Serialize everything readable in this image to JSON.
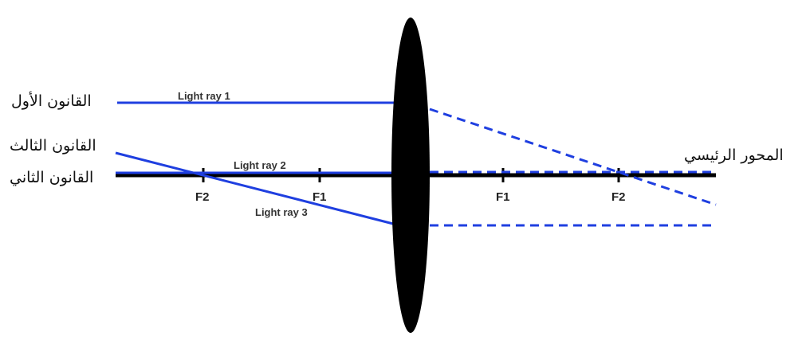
{
  "labels": {
    "first_law": "القانون الأول",
    "third_law": "القانون الثالث",
    "second_law": "القانون الثاني",
    "principal_axis": "المحور الرئيسي"
  },
  "rays": {
    "ray1": "Light ray 1",
    "ray2": "Light ray 2",
    "ray3": "Light ray 3"
  },
  "focal_points": {
    "left_f2": "F2",
    "left_f1": "F1",
    "right_f1": "F1",
    "right_f2": "F2"
  },
  "colors": {
    "ray": "#1f3fe0",
    "axis": "#000000",
    "lens": "#000000"
  }
}
